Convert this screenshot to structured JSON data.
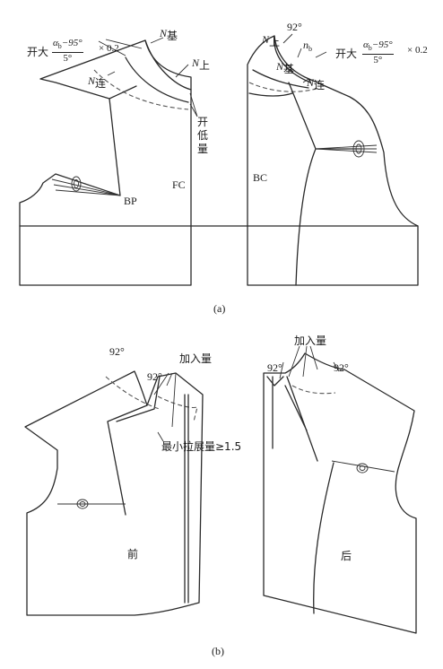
{
  "panel_a": {
    "caption": "(a)",
    "open_wide_left": "开大",
    "open_wide_right": "开大",
    "formula_numerator": "α_b−95°",
    "formula_num_alpha": "α",
    "formula_num_sub": "b",
    "formula_num_rest": "−95°",
    "formula_denominator": "5°",
    "formula_factor": "× 0.2",
    "n_ji_left": {
      "letter": "N",
      "sub": "基"
    },
    "n_shang_left": {
      "letter": "N",
      "sub": "上"
    },
    "n_lian_left": {
      "letter": "N",
      "sub": "连"
    },
    "lower_amount": [
      "开",
      "低",
      "量"
    ],
    "bp": "BP",
    "fc": "FC",
    "bc": "BC",
    "angle_92": "92°",
    "n_shang_right": {
      "letter": "N",
      "sub": "上"
    },
    "n_b": {
      "letter": "n",
      "sub": "b"
    },
    "n_ji_right": {
      "letter": "N",
      "sub": "基"
    },
    "n_lian_right": {
      "letter": "N",
      "sub": "连"
    }
  },
  "panel_b": {
    "caption": "(b)",
    "angle_front_top": "92°",
    "angle_front_mid": "92°",
    "add_amount_front": "加入量",
    "min_stretch": "最小拉展量≥1.5",
    "front": "前",
    "add_amount_back": "加入量",
    "angle_back_left": "92°",
    "angle_back_right": "92°",
    "back": "后"
  }
}
